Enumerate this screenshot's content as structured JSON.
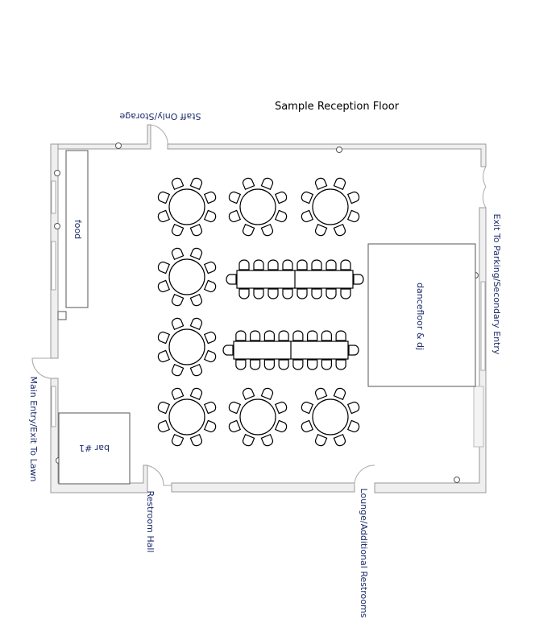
{
  "title": "Sample Reception Floor",
  "labels": {
    "staff": "Staff Only/Storage",
    "exit_parking": "Exit To Parking/Secondary Entry",
    "main_entry": "Main Entry/Exit To Lawn",
    "restroom": "Restroom Hall",
    "lounge": "Lounge/Additional Restrooms"
  },
  "areas": {
    "food": "food",
    "bar": "bar #1",
    "dancefloor": "dancefloor & dj"
  },
  "round_tables": {
    "count": 8,
    "seats_each": 8
  },
  "banquet_tables": {
    "count": 2,
    "seats_each": 18
  }
}
